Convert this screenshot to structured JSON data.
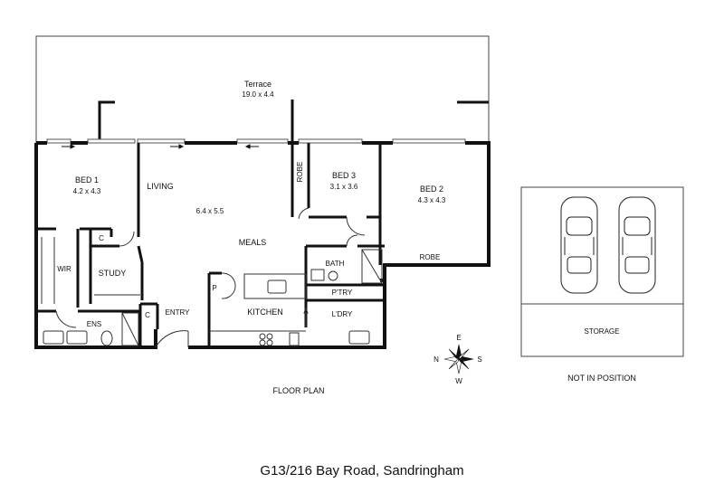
{
  "rooms": {
    "terrace": {
      "name": "Terrace",
      "dims": "19.0 x 4.4"
    },
    "bed1": {
      "name": "BED 1",
      "dims": "4.2 x 4.3"
    },
    "living": {
      "name": "LIVING"
    },
    "living_dims": {
      "dims": "6.4 x 5.5"
    },
    "meals": {
      "name": "MEALS"
    },
    "bed3": {
      "name": "BED 3",
      "dims": "3.1 x 3.6"
    },
    "bed2": {
      "name": "BED 2",
      "dims": "4.3 x 4.3"
    },
    "robe_small": {
      "name": "ROBE"
    },
    "robe_bed2": {
      "name": "ROBE"
    },
    "bath": {
      "name": "BATH"
    },
    "pantry": {
      "name": "P'TRY"
    },
    "laundry": {
      "name": "L'DRY"
    },
    "kitchen": {
      "name": "KITCHEN"
    },
    "pantry_p": {
      "name": "P"
    },
    "wir": {
      "name": "WIR"
    },
    "study": {
      "name": "STUDY"
    },
    "ens": {
      "name": "ENS"
    },
    "entry": {
      "name": "ENTRY"
    },
    "cupboard1": {
      "name": "C"
    },
    "cupboard2": {
      "name": "C"
    }
  },
  "compass": {
    "n": "N",
    "e": "E",
    "s": "S",
    "w": "W"
  },
  "carpark": {
    "storage": "STORAGE",
    "note": "NOT IN POSITION",
    "car_count": 2
  },
  "floor_plan_label": "FLOOR PLAN",
  "address": "G13/216 Bay Road, Sandringham"
}
